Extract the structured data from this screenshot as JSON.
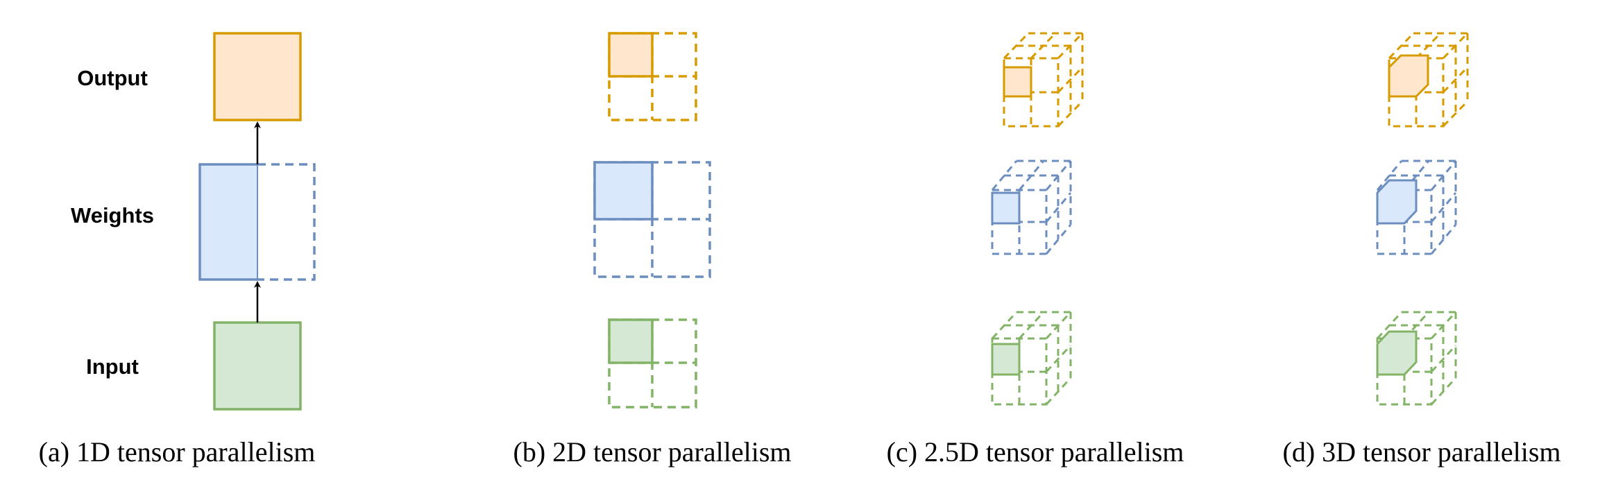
{
  "row_labels": {
    "output": "Output",
    "weights": "Weights",
    "input": "Input"
  },
  "captions": {
    "a": "(a) 1D tensor parallelism",
    "b": "(b) 2D tensor parallelism",
    "c": "(c) 2.5D tensor parallelism",
    "d": "(d) 3D tensor parallelism"
  },
  "colors": {
    "output_stroke": "#d79b00",
    "output_fill": "#ffe6cc",
    "weights_stroke": "#6c8ebf",
    "weights_fill": "#dae8fc",
    "input_stroke": "#82b366",
    "input_fill": "#d5e8d4",
    "arrow": "#000000"
  }
}
